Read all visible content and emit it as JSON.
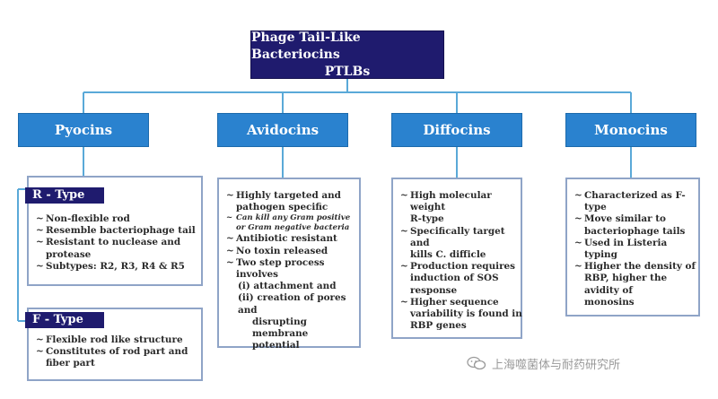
{
  "title": {
    "line1": "Phage Tail-Like Bacteriocins",
    "line2": "PTLBs"
  },
  "categories": [
    {
      "label": "Pyocins"
    },
    {
      "label": "Avidocins"
    },
    {
      "label": "Diffocins"
    },
    {
      "label": "Monocins"
    }
  ],
  "pyocins": {
    "r_type_label": "R - Type",
    "r_items": [
      "Non-flexible rod",
      "Resemble bacteriophage tail",
      "Resistant to nuclease and",
      "protease",
      "Subtypes: R2, R3, R4 & R5"
    ],
    "f_type_label": "F - Type",
    "f_items": [
      "Flexible rod like structure",
      "Constitutes of rod part and",
      "fiber part"
    ]
  },
  "avidocins": {
    "items": [
      "Highly targeted and",
      "pathogen specific",
      "Can kill any Gram positive",
      "or Gram negative bacteria",
      "Antibiotic resistant",
      "No toxin released",
      "Two step process involves",
      "(i) attachment and",
      "(ii) creation of pores and",
      "disrupting membrane",
      "potential"
    ]
  },
  "diffocins": {
    "items": [
      "High molecular weight",
      "R-type",
      "Specifically target and",
      "kills C. difficle",
      "Production requires",
      "induction of SOS",
      "response",
      "Higher sequence",
      "variability is found in",
      "RBP genes"
    ]
  },
  "monocins": {
    "items": [
      "Characterized as F-type",
      "Move similar to",
      "bacteriophage tails",
      "Used in Listeria",
      "typing",
      "Higher the density of",
      "RBP, higher the avidity of",
      "monosins"
    ]
  },
  "watermark": "上海噬菌体与耐药研究所",
  "icons": {
    "bullet": "tilde-bullet-icon",
    "watermark": "wechat-icon"
  },
  "colors": {
    "root": "#1f1b6e",
    "category": "#2a82cf",
    "connector": "#5aa9d8",
    "panel_border": "#8fa4c7"
  }
}
